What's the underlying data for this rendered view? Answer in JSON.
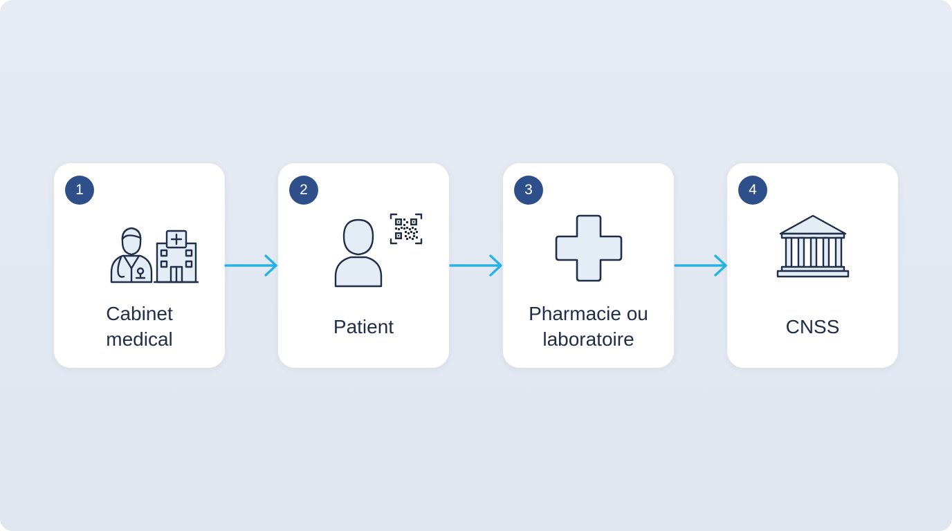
{
  "colors": {
    "badge": "#2e4f8a",
    "arrow": "#26b3e2",
    "icon_stroke": "#1f2d46",
    "icon_fill": "#e4ecf6",
    "label": "#1f2d46"
  },
  "steps": [
    {
      "number": "1",
      "label_lines": [
        "Cabinet",
        "medical"
      ],
      "icon": "doctor-hospital-icon"
    },
    {
      "number": "2",
      "label_lines": [
        "Patient"
      ],
      "icon": "patient-qr-code-icon"
    },
    {
      "number": "3",
      "label_lines": [
        "Pharmacie ou",
        "laboratoire"
      ],
      "icon": "medical-cross-icon"
    },
    {
      "number": "4",
      "label_lines": [
        "CNSS"
      ],
      "icon": "institution-building-icon"
    }
  ],
  "connectors": [
    {
      "from": "1",
      "to": "2",
      "icon": "arrow-right-icon"
    },
    {
      "from": "2",
      "to": "3",
      "icon": "arrow-right-icon"
    },
    {
      "from": "3",
      "to": "4",
      "icon": "arrow-right-icon"
    }
  ]
}
